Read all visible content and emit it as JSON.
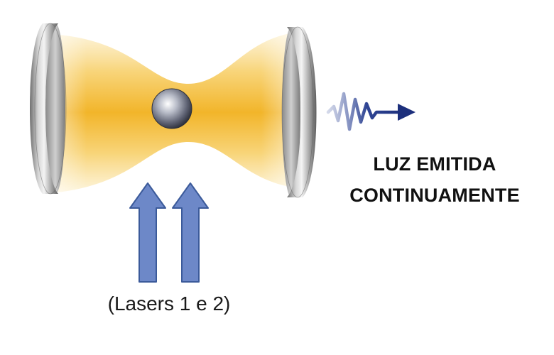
{
  "labels": {
    "emitted_light_line1": "LUZ EMITIDA",
    "emitted_light_line2": "CONTINUAMENTE",
    "lasers": "(Lasers 1 e 2)"
  },
  "colors": {
    "beam_center": "#f3b52c",
    "beam_edge": "#fbe7b0",
    "mirror_metal": "#9a9a9a",
    "laser_arrow_fill": "#6d88c8",
    "laser_arrow_stroke": "#3b5a9a",
    "wave_color": "#1c2f7c"
  },
  "icons": {
    "mirrors": "mirror-icon",
    "atom": "atom-sphere-icon",
    "wave": "wavy-arrow-icon",
    "lasers": "up-arrow-icon"
  }
}
